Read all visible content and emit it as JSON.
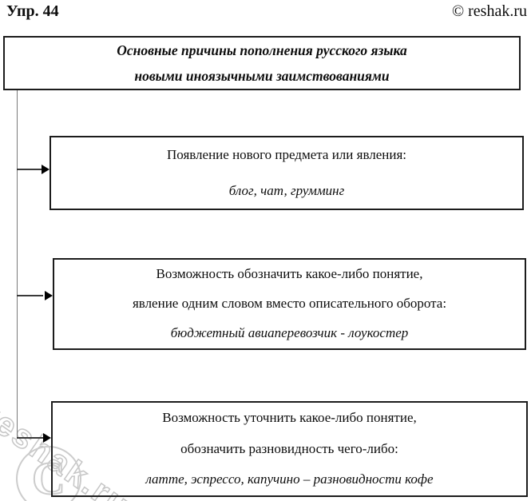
{
  "header": {
    "exercise_label": "Упр. 44",
    "copyright": "© reshak.ru"
  },
  "diagram": {
    "title_box": {
      "line1": "Основные причины пополнения русского языка",
      "line2": "новыми иноязычными заимствованиями"
    },
    "boxes": [
      {
        "line1": "Появление нового предмета или явления:",
        "example": "блог, чат, грумминг"
      },
      {
        "line1": "Возможность обозначить какое-либо понятие,",
        "line2": "явление одним словом вместо описательного оборота:",
        "example": "бюджетный авиаперевозчик - лоукостер"
      },
      {
        "line1": "Возможность уточнить какое-либо понятие,",
        "line2": "обозначить разновидность чего-либо:",
        "example": "латте, эспрессо, капучино – разновидности кофе"
      }
    ]
  },
  "watermark": {
    "text": "reshak.ru",
    "symbol": "C"
  },
  "colors": {
    "box_border": "#1c1c1c",
    "text": "#0d0d0d",
    "connector_line": "#7a7a7a",
    "arrow": "#000000",
    "watermark": "#c6c6c6",
    "background": "#ffffff"
  }
}
